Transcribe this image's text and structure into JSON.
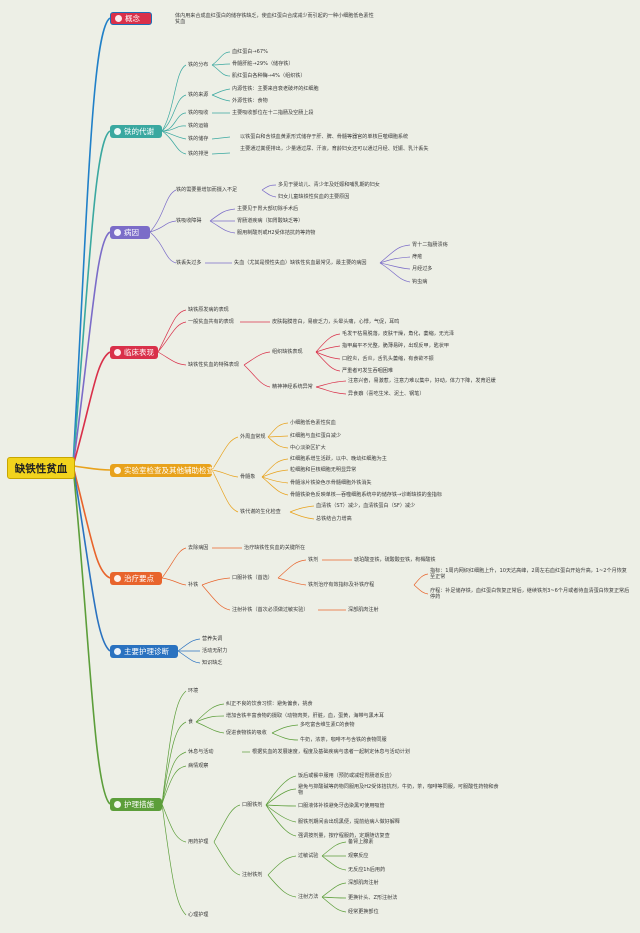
{
  "root": "缺铁性贫血",
  "colors": {
    "c1": "#2080c8",
    "c2": "#3aa8a0",
    "c3": "#7b6cc8",
    "c4": "#d9304a",
    "c5": "#e8a21c",
    "c6": "#e8642c",
    "c7": "#2a72c0",
    "c8": "#5c9e3a"
  },
  "b1": {
    "label": "概念",
    "t1": "体内用来合成血红蛋白的储存铁缺乏，使血红蛋白合成减少而引起的一种小细胞低色素性贫血"
  },
  "b2": {
    "label": "铁的代谢",
    "n1": "铁的分布",
    "n1a": "血红蛋白→67%",
    "n1b": "骨髓肝脏→29%（储存铁）",
    "n1c": "肌红蛋白各种酶→4%（组织铁）",
    "n2": "铁的来源",
    "n2a": "内源性铁：主要来自衰老破坏的红细胞",
    "n2b": "外源性铁：食物",
    "n3": "铁的吸收",
    "n3a": "主要吸收部位在十二指肠及空肠上段",
    "n4": "铁的运输",
    "n5": "铁的储存",
    "n5a": "以铁蛋白和含铁血黄素形式储存于肝、脾、骨髓等器官的单核巨噬细胞系统",
    "n6": "铁的排泄",
    "n6a": "主要通过粪便排出，少量通过尿、汗液，育龄妇女还可以通过月经、妊娠、乳汁丢失"
  },
  "b3": {
    "label": "病因",
    "n1": "铁的需要量增加而摄入不足",
    "n1a": "多见于婴幼儿、青少年及妊娠和哺乳期的妇女",
    "n1b": "妇女儿童缺铁性贫血的主要原因",
    "n2": "铁吸收障碍",
    "n2a": "主要见于胃大部切除手术后",
    "n2b": "胃肠道疾病（如胃酸缺乏等）",
    "n2c": "服用制酸剂或H2受体拮抗药等药物",
    "n3": "铁丢失过多",
    "n3a": "失血（尤其是慢性失血）缺铁性贫血最常见，最主要的病因",
    "n3b": "胃十二指肠溃疡",
    "n3c": "痔疮",
    "n3d": "月经过多",
    "n3e": "钩虫病"
  },
  "b4": {
    "label": "临床表现",
    "n1": "缺铁原发病的表现",
    "n2": "一般贫血共有的表现",
    "n2a": "皮肤黏膜苍白，易疲乏力，头晕头痛，心悸，气促，耳鸣",
    "n3": "缺铁性贫血的特殊表现",
    "n3a": "组织缺铁表现",
    "n3a1": "毛发干枯易脱落，皮肤干燥，角化，萎缩，无光泽",
    "n3a2": "指甲扁平不光整，脆薄易碎，出现反甲，匙状甲",
    "n3a3": "口腔炎，舌炎，舌乳头萎缩，有食欲不振",
    "n3a4": "严重者可发生吞咽困难",
    "n3b": "精神神经系统异常",
    "n3b1": "注意兴奋，易激惹，注意力难以集中，好动，体力下降，发育迟缓",
    "n3b2": "异食癖（喜吃生米、泥土、钢笔）"
  },
  "b5": {
    "label": "实验室检查及其他辅助检查",
    "n1": "外周血常规",
    "n1a": "小细胞低色素性贫血",
    "n1b": "红细胞与血红蛋白减少",
    "n1c": "中心淡染区扩大",
    "n2": "骨髓象",
    "n2a": "红细胞系增生活跃，以中、晚幼红细胞为主",
    "n2b": "粒细胞和巨核细胞无明显异常",
    "n2c": "骨髓涂片铁染色示骨髓细胞外铁消失",
    "n2d": "骨髓铁染色反映单核—吞噬细胞系统中的储存铁→诊断缺铁的金指标",
    "n3": "铁代谢的生化检查",
    "n3a": "血清铁（ST）减少，血清铁蛋白（SF）减少",
    "n3b": "总铁结合力增高"
  },
  "b6": {
    "label": "治疗要点",
    "n1": "去除病因",
    "n1a": "治疗缺铁性贫血的关键所在",
    "n2": "补铁",
    "n2a": "口服补铁（首选）",
    "n2a1": "铁剂",
    "n2a1a": "琥珀酸亚铁，硫酸酸亚铁，枸橼酸铁",
    "n2a2": "铁剂治疗有效指标及补铁疗程",
    "n2a2a": "指标：1周内网织红细胞上升，10天达高峰，2周左右血红蛋白开始升高，1~2个月恢复至正常",
    "n2a2b": "疗程：补足储存铁，血红蛋白恢复正常后，继续铁剂3~6个月或者待血清蛋白恢复正常后停药",
    "n2b": "注射补铁（首次必须做过敏实验）",
    "n2b1": "深部肌肉注射"
  },
  "b7": {
    "label": "主要护理诊断",
    "n1": "营养失调",
    "n2": "活动无耐力",
    "n3": "知识缺乏"
  },
  "b8": {
    "label": "护理措施",
    "n1": "环境",
    "n2": "食",
    "n2a": "纠正不良的饮食习惯：避免偏食，挑食",
    "n2b": "增加含铁丰富食物的摄取（动物肉类，肝脏，血，蛋黄，海带与黑木耳",
    "n2c": "促进食物铁的吸收",
    "n2c1": "多吃富含维生素C的食物",
    "n2c2": "牛奶，浓茶，咖啡不与含铁的食物同服",
    "n3": "休息与活动",
    "n3a": "根据贫血的发展速度，程度及基础疾病与患者一起制定休息与活动计划",
    "n4": "病情观察",
    "n5": "用药护理",
    "n5a": "口服铁剂",
    "n5a1": "饭后或餐中服用（预防或减轻胃肠道反应）",
    "n5a2": "避免与抑酸碱等药物同服用及H2受体拮抗剂，牛奶，茶，咖啡等同服，可服酸性药物和食物",
    "n5a3": "口服液体补铁避免牙齿染黑可使用吸管",
    "n5a4": "服铁剂期间会出现黑便，提前给病人做好解释",
    "n5a5": "强调按剂量，按疗程服药，定期随访复查",
    "n5b": "注射铁剂",
    "n5b1": "过敏试验",
    "n5b1a": "备肾上腺素",
    "n5b1b": "观察反应",
    "n5b1c": "无反应1h后用药",
    "n5b2": "注射方法",
    "n5b2a": "深部肌肉注射",
    "n5b2b": "更换针头、Z形注射法",
    "n5b2c": "经常更换部位",
    "n6": "心理护理"
  }
}
